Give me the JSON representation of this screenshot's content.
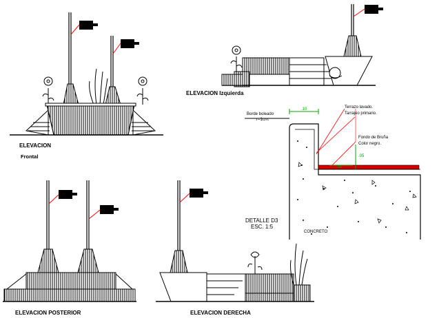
{
  "drawing": {
    "elev_frontal_line1": "ELEVACION",
    "elev_frontal_line2": "Frontal",
    "elev_izquierda": "ELEVACION Izquierda",
    "elev_posterior": "ELEVACION POSTERIOR",
    "elev_derecha": "ELEVACION DERECHA"
  },
  "detail": {
    "title": "DETALLE D3",
    "scale": "ESC. 1:5",
    "borde_line1": "Borde boleado",
    "borde_line2": "r=1cm.",
    "terrazo_line1": "Terrazo lavado.",
    "terrazo_line2": "Tarrajeo primario.",
    "fondo_line1": "Fondo de Bruña",
    "fondo_line2": "Color negro.",
    "concreto": "CONCRETO",
    "dim_top": ".10",
    "dim_side": ".05",
    "dim_bottom": ".05"
  },
  "colors": {
    "ink": "#000000",
    "dimension": "#00aa00",
    "leader": "#ff0000",
    "fill": "#d40000"
  }
}
